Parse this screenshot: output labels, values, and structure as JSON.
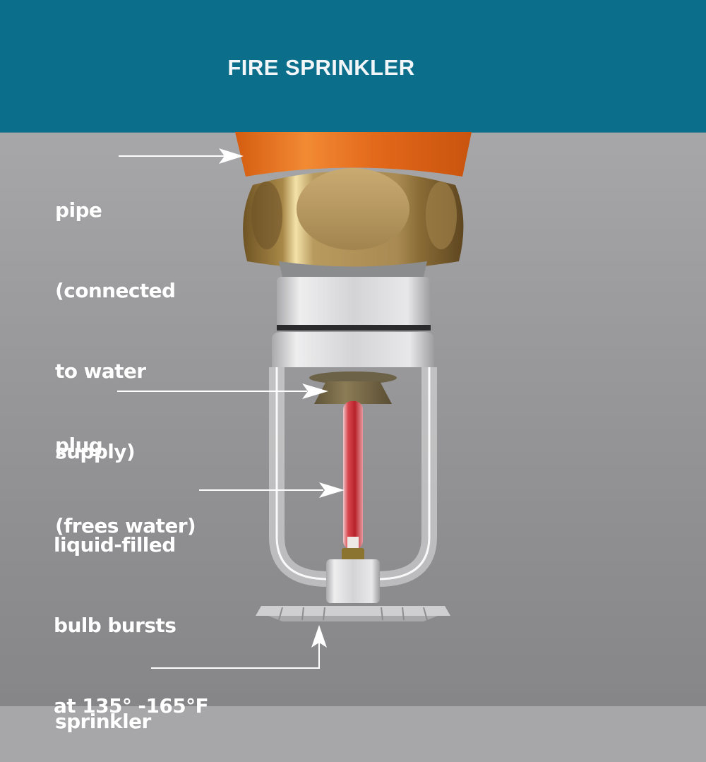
{
  "header": {
    "title": "FIRE SPRINKLER",
    "background_color": "#0b6f8c"
  },
  "labels": {
    "pipe": {
      "lines": [
        "pipe",
        "(connected",
        "to water",
        "supply)"
      ],
      "arrow_target": "pipe"
    },
    "plug": {
      "lines": [
        "plug",
        "(frees water)"
      ],
      "arrow_target": "plug"
    },
    "bulb": {
      "lines": [
        "liquid-filled",
        "bulb bursts",
        "at 135° -165°F"
      ],
      "arrow_target": "glass-bulb"
    },
    "sprinkler": {
      "lines": [
        "sprinkler"
      ],
      "arrow_target": "deflector"
    }
  },
  "colors": {
    "pipe_orange": "#e36a17",
    "brass_nut": "#a8874a",
    "frame_silver": "#d9d9db",
    "bulb_red": "#c8323a",
    "arrow_white": "#ffffff"
  }
}
